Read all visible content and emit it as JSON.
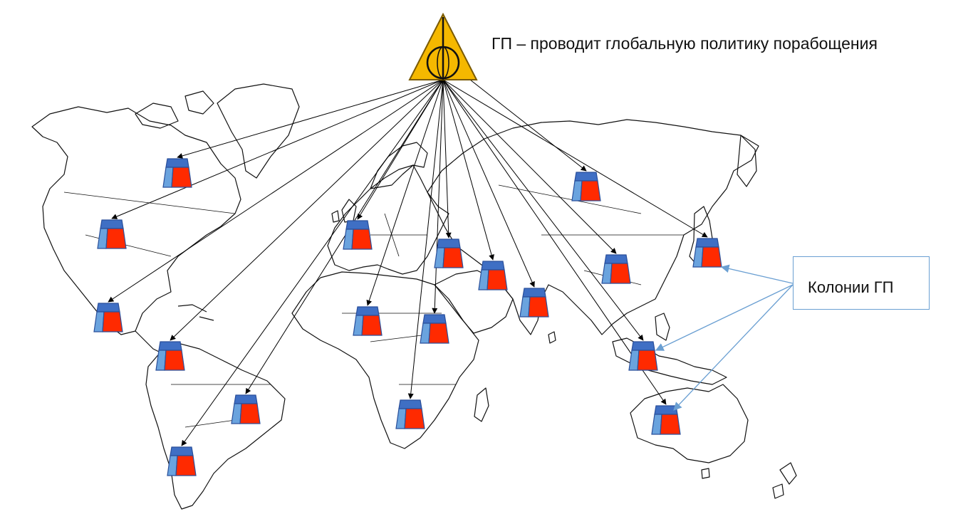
{
  "header": {
    "title": "ГП – проводит глобальную политику порабощения"
  },
  "legend": {
    "label": "Колонии ГП"
  },
  "icons": {
    "source": "deathly-hallows-triangle-icon",
    "colony": "colony-bucket-icon"
  },
  "colors": {
    "triangle_fill": "#f5b800",
    "triangle_stroke": "#7a5a00",
    "bucket_blue": "#3f6fc4",
    "bucket_lightblue": "#6aa3de",
    "bucket_red": "#ff2a00",
    "bucket_outline": "#2a4f9a",
    "arrow": "#000000",
    "legend_arrow": "#6a9fd2",
    "map_line": "#111111"
  },
  "colonies": [
    {
      "id": "canada"
    },
    {
      "id": "usa"
    },
    {
      "id": "mexico"
    },
    {
      "id": "colombia"
    },
    {
      "id": "brazil"
    },
    {
      "id": "argentina"
    },
    {
      "id": "west-europe"
    },
    {
      "id": "east-europe"
    },
    {
      "id": "west-africa"
    },
    {
      "id": "east-africa"
    },
    {
      "id": "south-africa"
    },
    {
      "id": "middle-east"
    },
    {
      "id": "india"
    },
    {
      "id": "russia"
    },
    {
      "id": "china"
    },
    {
      "id": "japan"
    },
    {
      "id": "southeast-asia"
    },
    {
      "id": "australia"
    }
  ]
}
